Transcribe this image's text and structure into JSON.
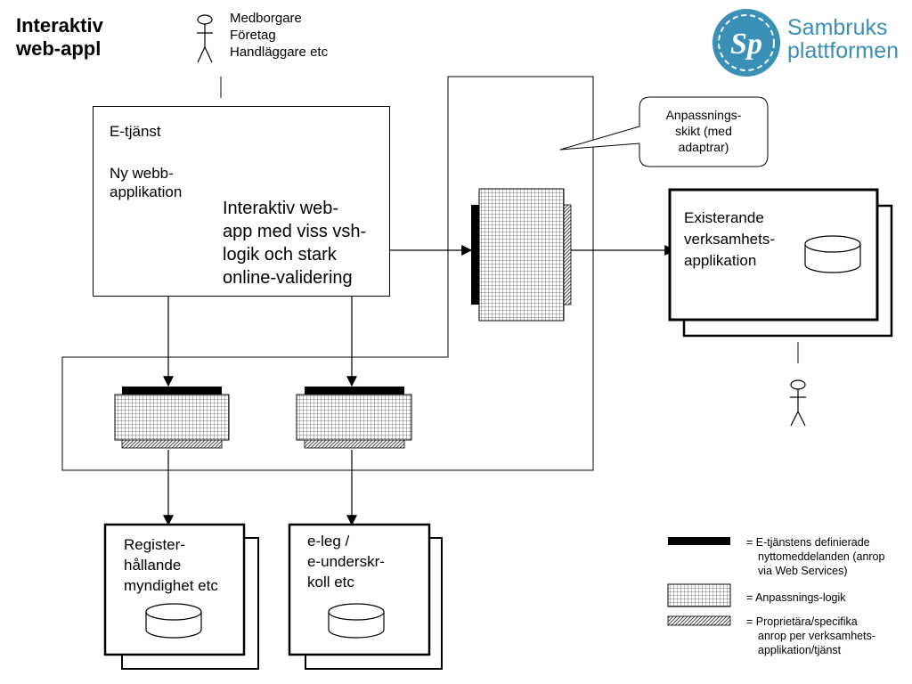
{
  "slide_title_line1": "Interaktiv",
  "slide_title_line2": "web-appl",
  "logo": {
    "line1": "Sambruks",
    "line2": "plattformen",
    "brand_color": "#3a8fb7"
  },
  "top_actor": {
    "lines": [
      "Medborgare",
      "Företag",
      "Handläggare etc"
    ]
  },
  "etjanst_box": {
    "label": "E-tjänst",
    "sub_line1": "Ny webb-",
    "sub_line2": "applikation",
    "desc_lines": [
      "Interaktiv web-",
      "app med viss vsh-",
      "logik och stark",
      "online-validering"
    ]
  },
  "callout": {
    "lines": [
      "Anpassnings-",
      "skikt (med",
      "adaptrar)"
    ]
  },
  "existing_app": {
    "lines": [
      "Existerande",
      "verksamhets-",
      "applikation"
    ]
  },
  "register_box": {
    "lines": [
      "Register-",
      "hållande",
      "myndighet etc"
    ]
  },
  "eleg_box": {
    "lines": [
      "e-leg /",
      "e-underskr-",
      "koll etc"
    ]
  },
  "legend": {
    "items": [
      {
        "icon": "black-bar",
        "lines": [
          "= E-tjänstens definierade",
          "nyttomeddelanden (anrop",
          "via Web Services)"
        ]
      },
      {
        "icon": "grid-pattern",
        "lines": [
          "= Anpassnings-logik"
        ]
      },
      {
        "icon": "hatch-pattern",
        "lines": [
          "= Proprietära/specifika",
          "anrop per verksamhets-",
          "applikation/tjänst"
        ]
      }
    ]
  }
}
